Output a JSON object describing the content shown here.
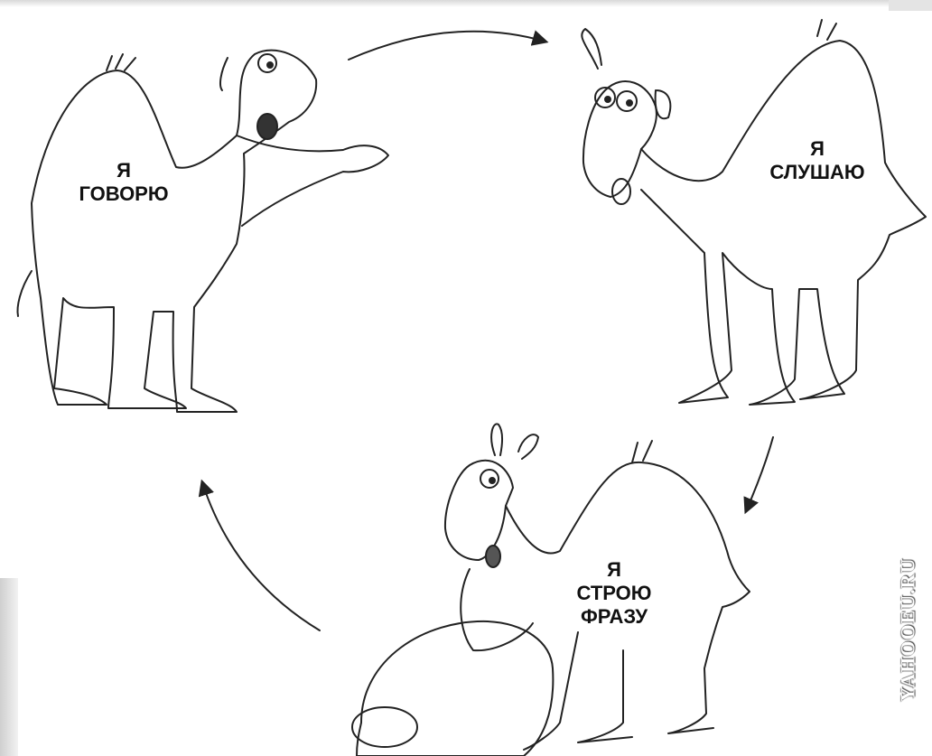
{
  "labels": {
    "speaker": [
      "Я",
      "ГОВОРЮ"
    ],
    "listener": [
      "Я",
      "СЛУШАЮ"
    ],
    "builder": [
      "Я",
      "СТРОЮ",
      "ФРАЗУ"
    ]
  },
  "watermark": "YAHOOEU.RU",
  "illustration": {
    "figures": [
      "speaking-camel",
      "listening-camel",
      "thinking-camel"
    ],
    "cycle_arrows": 3,
    "line_color": "#222222",
    "background_color": "#ffffff"
  }
}
